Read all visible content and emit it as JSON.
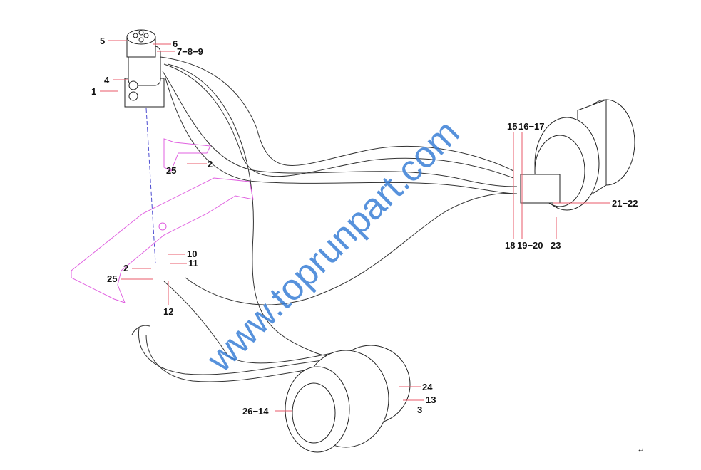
{
  "watermark": "www.toprunpart.com",
  "corner_mark": "↵",
  "labels": {
    "l5": "5",
    "l6": "6",
    "l789": "7−8−9",
    "l4": "4",
    "l1": "1",
    "l25a": "25",
    "l2a": "2",
    "l10": "10",
    "l11": "11",
    "l2b": "2",
    "l25b": "25",
    "l12": "12",
    "l15": "15",
    "l1617": "16−17",
    "l18": "18",
    "l1920": "19−20",
    "l23": "23",
    "l2122": "21−22",
    "l24": "24",
    "l13": "13",
    "l3": "3",
    "l2614": "26−14"
  },
  "colors": {
    "leader": "#e85a6a",
    "frame": "#e060e0",
    "axis": "#4a4ad0",
    "watermark": "#3a7fd6"
  }
}
